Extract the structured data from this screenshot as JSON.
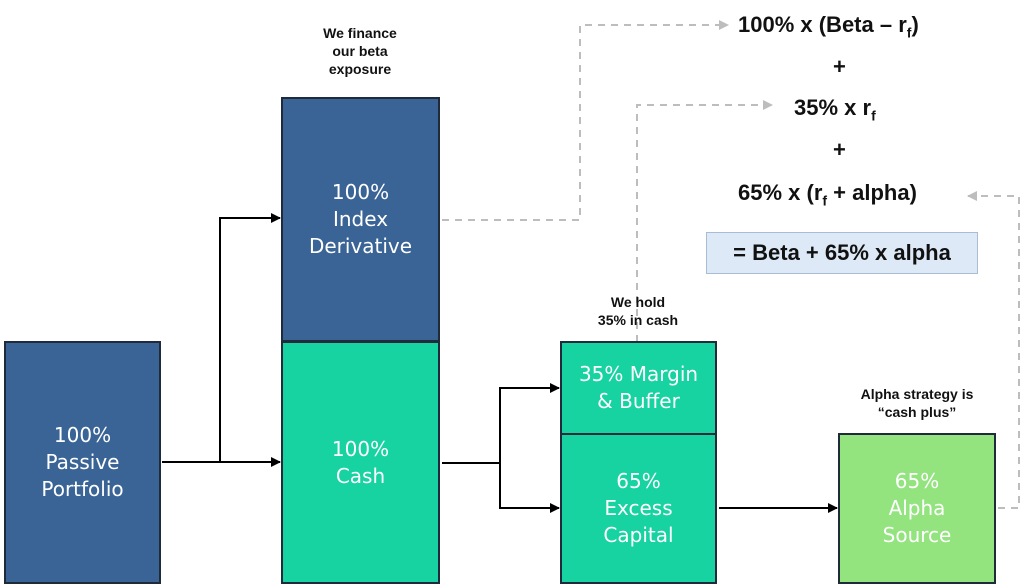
{
  "boxes": {
    "passive": [
      "100%",
      "Passive",
      "Portfolio"
    ],
    "derivative": [
      "100%",
      "Index",
      "Derivative"
    ],
    "cash": [
      "100%",
      "Cash"
    ],
    "margin": [
      "35% Margin",
      "& Buffer"
    ],
    "excess": [
      "65%",
      "Excess",
      "Capital"
    ],
    "alpha": [
      "65%",
      "Alpha",
      "Source"
    ]
  },
  "notes": {
    "finance": [
      "We finance",
      "our beta",
      "exposure"
    ],
    "hold": [
      "We hold",
      "35% in cash"
    ],
    "alpha_strategy": [
      "Alpha strategy is",
      "“cash plus”"
    ]
  },
  "equation": {
    "line1_a": "100% x (Beta – r",
    "line1_sub": "f",
    "line1_b": ")",
    "plus": "+",
    "line2_a": "35% x r",
    "line2_sub": "f",
    "line3_a": "65% x (r",
    "line3_sub": "f",
    "line3_b": " + alpha)",
    "result": "= Beta + 65% x alpha"
  },
  "colors": {
    "navy": "#3a6496",
    "teal": "#17d2a1",
    "green": "#93e37f",
    "result_bg": "#dde9f6"
  }
}
